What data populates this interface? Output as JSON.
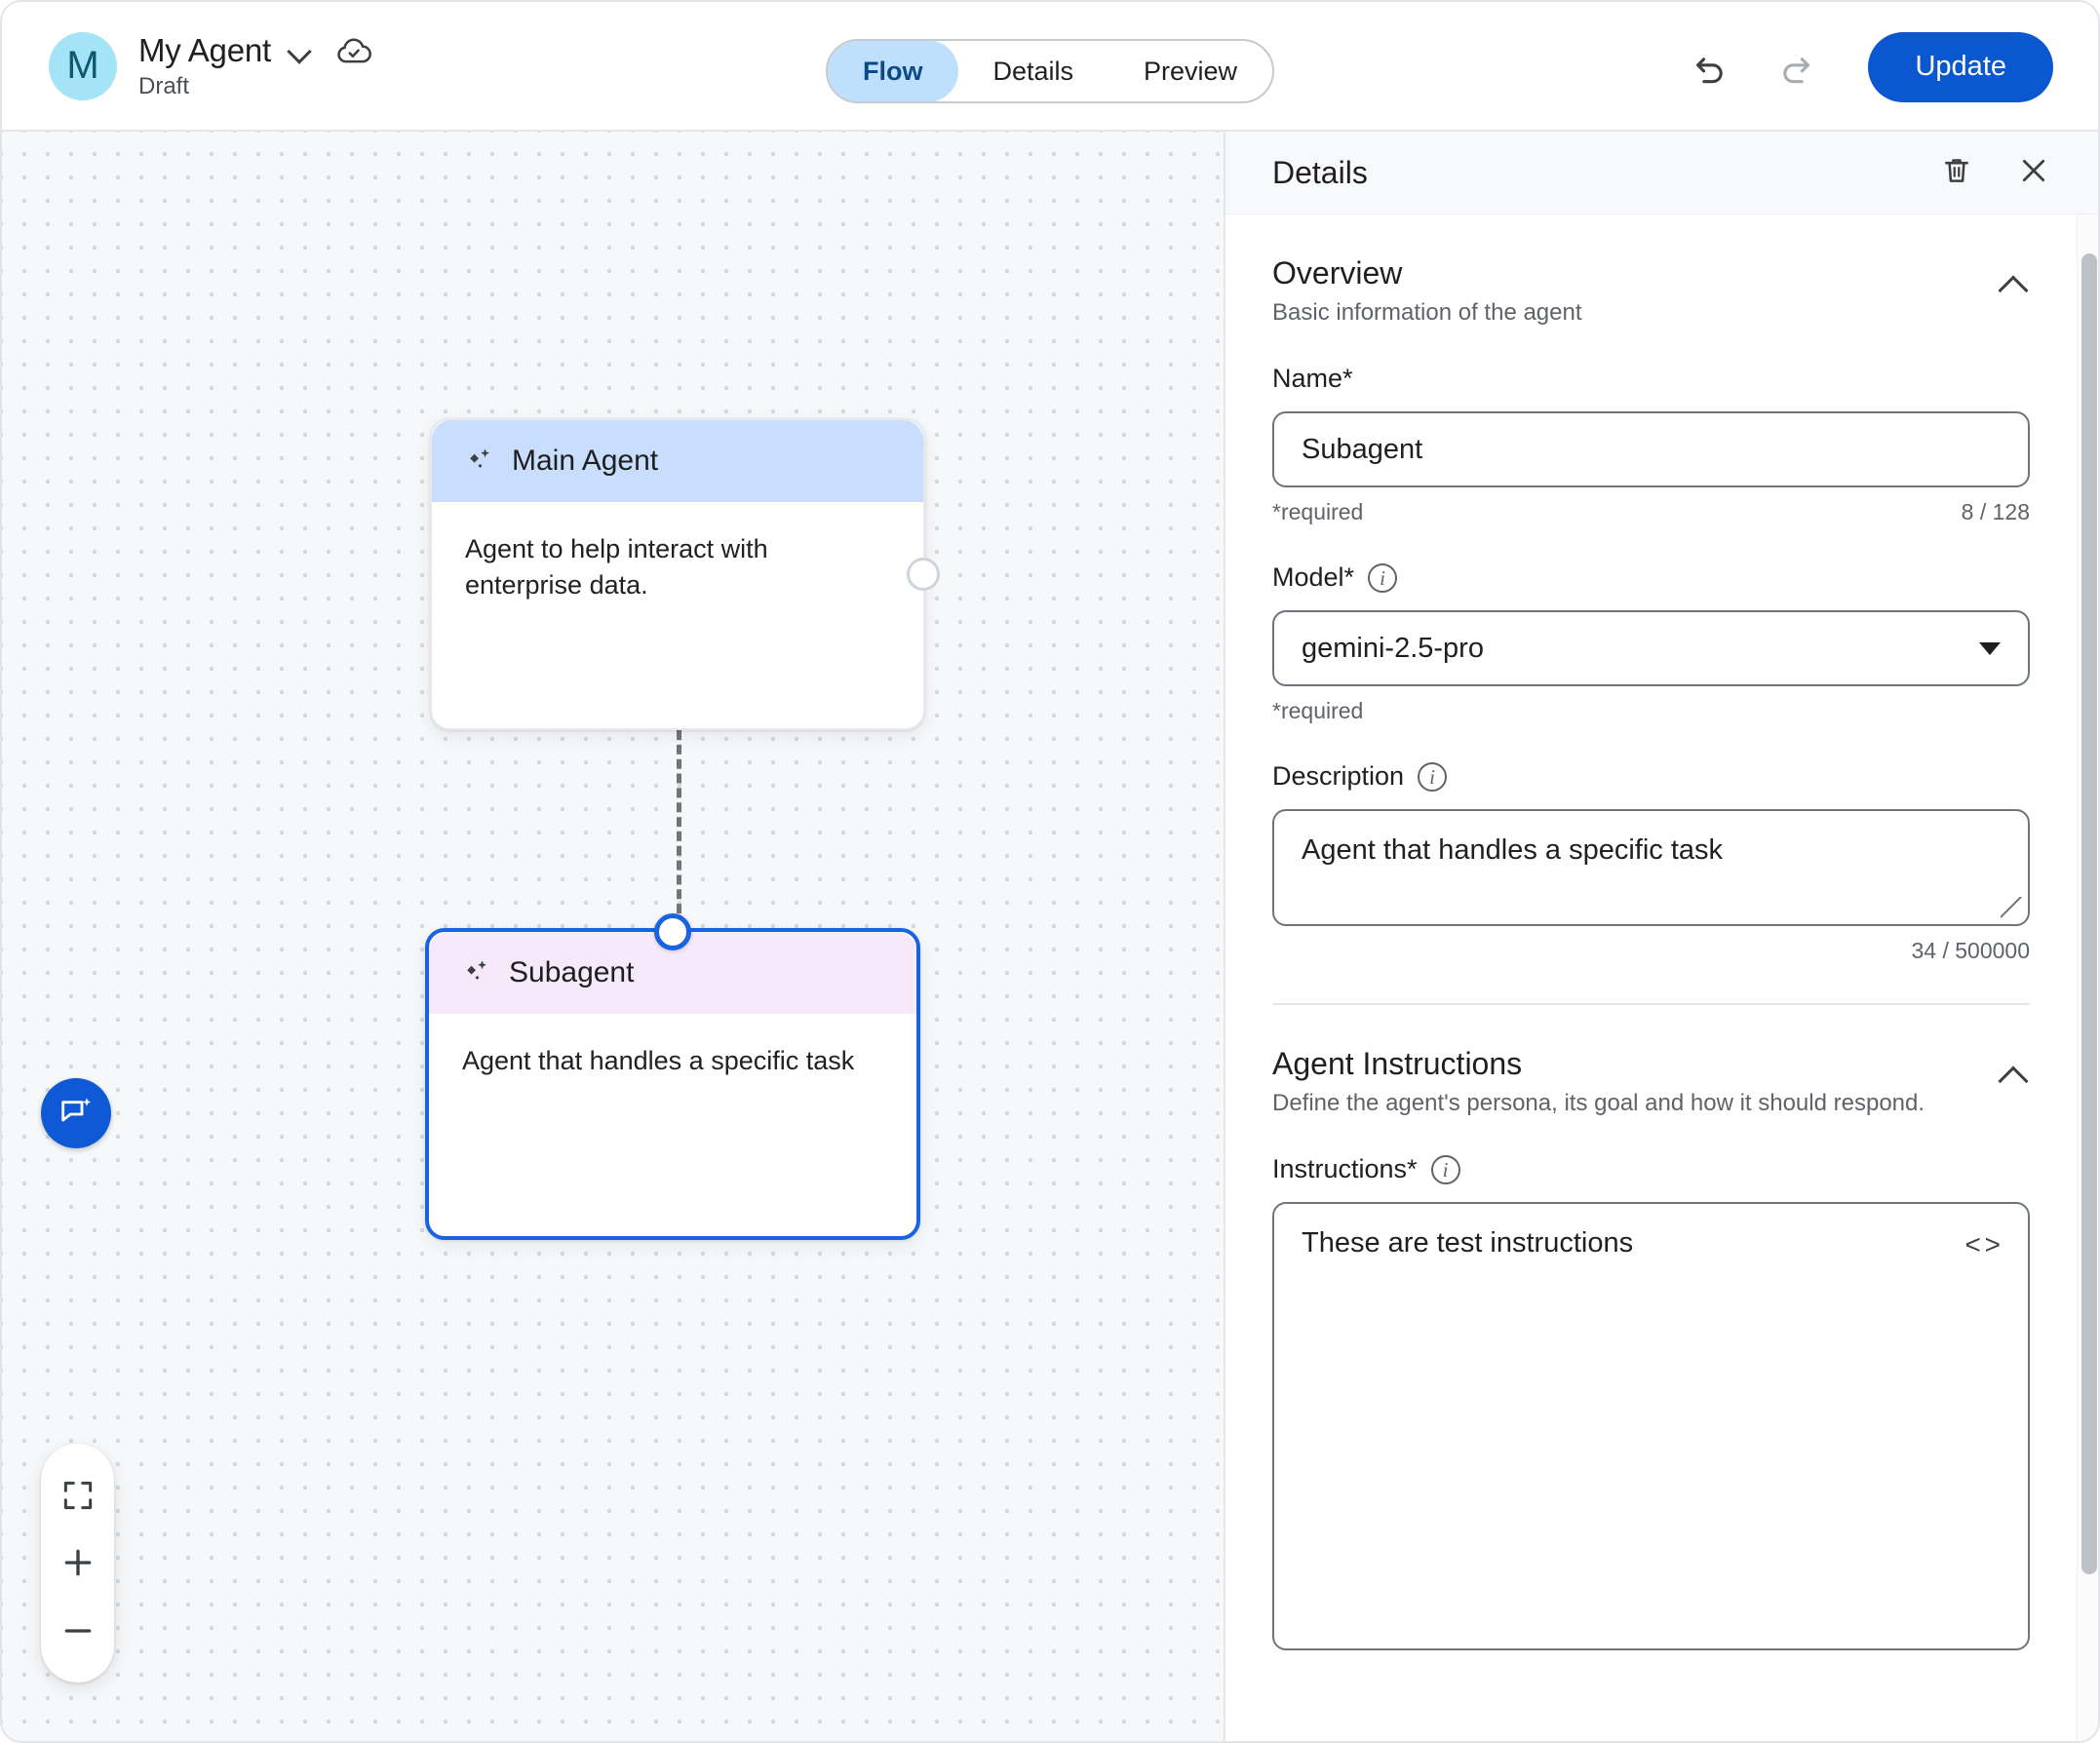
{
  "topbar": {
    "avatar_initial": "M",
    "agent_name": "My Agent",
    "status": "Draft",
    "dropdown_icon": "chevron-down-icon",
    "saved_icon": "cloud-check-icon",
    "tabs": [
      {
        "label": "Flow",
        "active": true
      },
      {
        "label": "Details",
        "active": false
      },
      {
        "label": "Preview",
        "active": false
      }
    ],
    "undo_icon": "undo-icon",
    "redo_icon": "redo-icon",
    "update_label": "Update"
  },
  "canvas": {
    "nodes": [
      {
        "id": "main-agent",
        "title": "Main Agent",
        "description": "Agent to help interact with enterprise data.",
        "header_color": "#c9ddfc",
        "selected": false
      },
      {
        "id": "subagent",
        "title": "Subagent",
        "description": "Agent that handles a specific task",
        "header_color": "#f6e9fa",
        "selected": true
      }
    ],
    "node_icon": "sparkle-icon",
    "controls": {
      "assistant_icon": "chat-sparkle-icon",
      "fit_icon": "fit-to-screen-icon",
      "zoom_in_icon": "plus-icon",
      "zoom_out_icon": "minus-icon"
    }
  },
  "panel": {
    "title": "Details",
    "delete_icon": "trash-icon",
    "close_icon": "close-icon",
    "sections": [
      {
        "title": "Overview",
        "subtitle": "Basic information of the agent",
        "collapse_icon": "chevron-up-icon"
      },
      {
        "title": "Agent Instructions",
        "subtitle": "Define the agent's persona, its goal and how it should respond.",
        "collapse_icon": "chevron-up-icon"
      }
    ],
    "fields": {
      "name": {
        "label": "Name*",
        "value": "Subagent",
        "helper": "*required",
        "counter": "8 / 128"
      },
      "model": {
        "label": "Model*",
        "info_icon": "info-icon",
        "value": "gemini-2.5-pro",
        "helper": "*required",
        "dropdown_icon": "caret-down-icon"
      },
      "description": {
        "label": "Description",
        "info_icon": "info-icon",
        "value": "Agent that handles a specific task",
        "counter": "34 / 500000"
      },
      "instructions": {
        "label": "Instructions*",
        "info_icon": "info-icon",
        "value": "These are test instructions",
        "code_toggle": "< >"
      }
    }
  },
  "colors": {
    "accent": "#0b57d0",
    "tab_active_bg": "#bfe0fd",
    "tab_active_text": "#0b4a86",
    "node_selected_border": "#1a63e0",
    "avatar_bg": "#a5e3f7",
    "canvas_bg": "#f6f8fa"
  }
}
